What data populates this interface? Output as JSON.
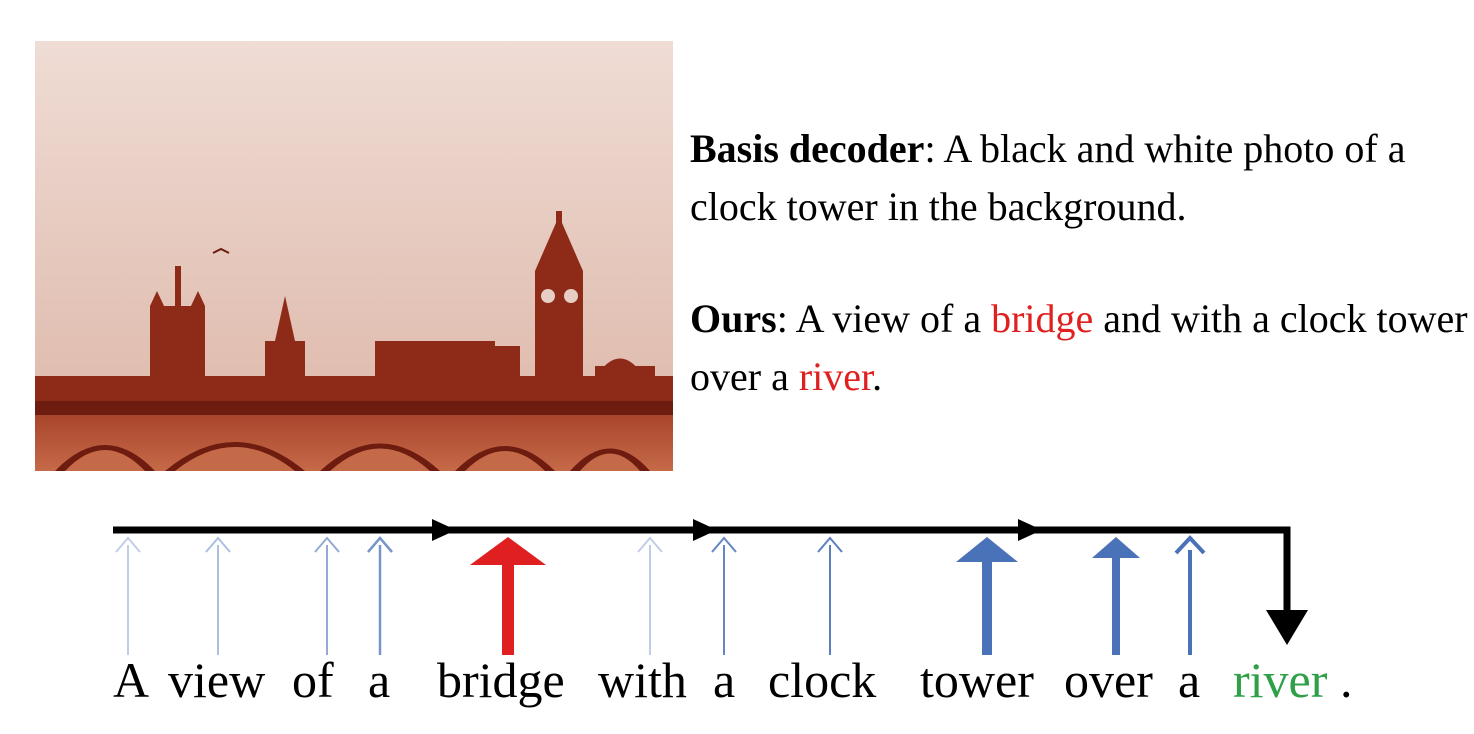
{
  "captions": {
    "basis": {
      "label": "Basis decoder",
      "text": ": A black and white photo of a clock tower in the background."
    },
    "ours": {
      "label": "Ours",
      "part1": ": A view of a ",
      "hl1": "bridge",
      "part2": " and with a clock  tower over a ",
      "hl2": "river",
      "part3": "."
    }
  },
  "sentence": {
    "tokens": [
      "A",
      "view",
      "of",
      "a",
      "bridge",
      "with",
      "a",
      "clock",
      "tower",
      "over",
      "a",
      "river",
      "."
    ]
  },
  "colors": {
    "highlight_red": "#e02020",
    "final_word_green": "#2fa048",
    "weak_blue": "#4a72b8",
    "strong_red": "#e02020",
    "timeline": "#000000"
  },
  "attention": [
    {
      "word": "A",
      "strength": "weak"
    },
    {
      "word": "view",
      "strength": "weak"
    },
    {
      "word": "of",
      "strength": "weak"
    },
    {
      "word": "a",
      "strength": "weak"
    },
    {
      "word": "bridge",
      "strength": "strong-red"
    },
    {
      "word": "with",
      "strength": "weak"
    },
    {
      "word": "a",
      "strength": "weak"
    },
    {
      "word": "clock",
      "strength": "weak"
    },
    {
      "word": "tower",
      "strength": "strong"
    },
    {
      "word": "over",
      "strength": "strong"
    },
    {
      "word": "a",
      "strength": "medium"
    }
  ]
}
